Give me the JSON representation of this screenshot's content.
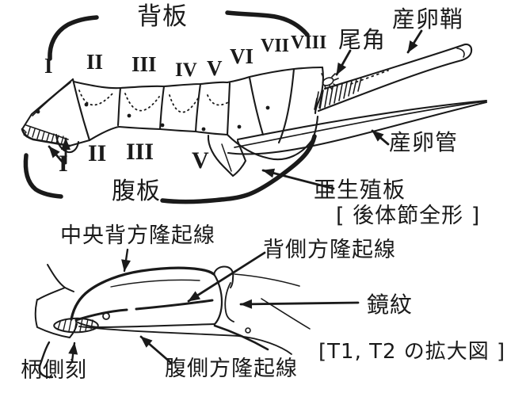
{
  "colors": {
    "ink": "#1a1a1a",
    "background": "#ffffff"
  },
  "figure_top": {
    "caption": "[ 後体節全形 ]",
    "labels": {
      "tergite": "背板",
      "cercus": "尾角",
      "ovipositor_sheath": "産卵鞘",
      "ovipositor": "産卵管",
      "sternite": "腹板",
      "subgenital_plate": "亜生殖板"
    },
    "tergite_numerals": [
      "I",
      "II",
      "III",
      "IV",
      "V",
      "VI",
      "VII",
      "VIII"
    ],
    "sternite_numerals": [
      "I",
      "II",
      "III",
      "V"
    ]
  },
  "figure_bottom": {
    "caption": "[T1, T2 の拡大図 ]",
    "labels": {
      "median_dorsal_ridge": "中央背方隆起線",
      "dorsolateral_ridge": "背側方隆起線",
      "mirror": "鏡紋",
      "petiole_notch": "柄側刻",
      "ventrolateral_ridge": "腹側方隆起線"
    }
  }
}
